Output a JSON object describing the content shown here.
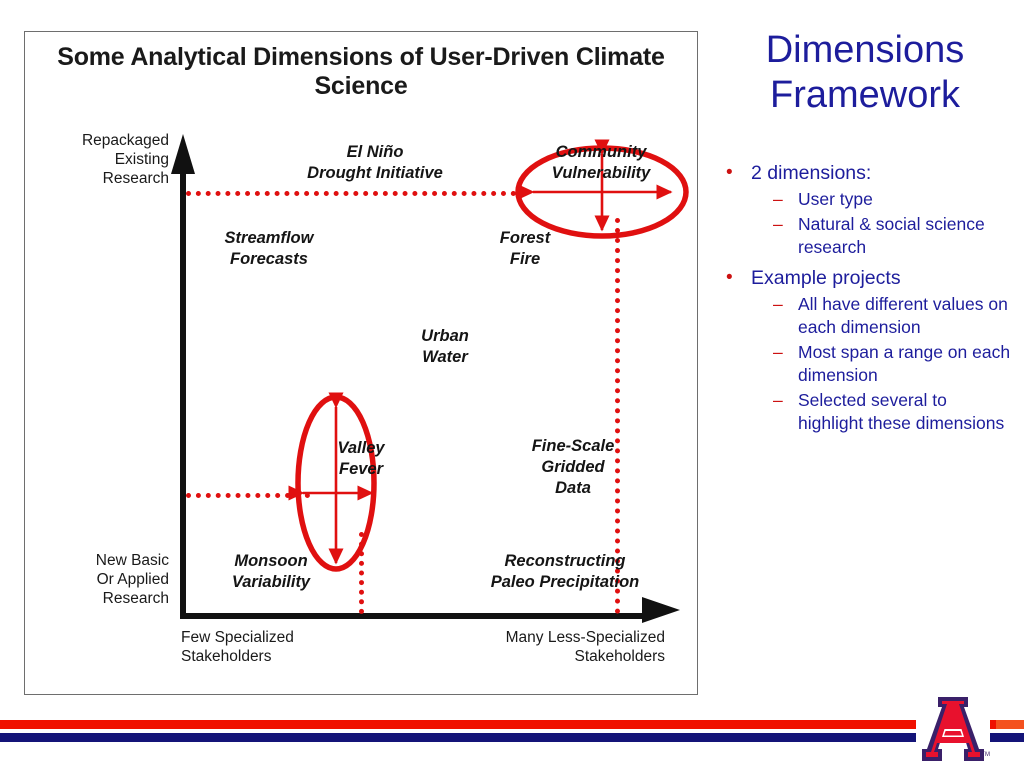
{
  "slide": {
    "title": "Dimensions\nFramework",
    "title_color": "#1d1d9c",
    "accent_red": "#cc1111"
  },
  "bullets": [
    {
      "marker": "•",
      "text": "2 dimensions:",
      "sub": [
        {
          "marker": "–",
          "text": "User type"
        },
        {
          "marker": "–",
          "text": "Natural & social science research"
        }
      ]
    },
    {
      "marker": "•",
      "text": "Example projects",
      "sub": [
        {
          "marker": "–",
          "text": "All have different values on each dimension"
        },
        {
          "marker": "–",
          "text": "Most span a range on each dimension"
        },
        {
          "marker": "–",
          "text": "Selected several to highlight these dimensions"
        }
      ]
    }
  ],
  "chart_data": {
    "type": "scatter",
    "title": "Some Analytical Dimensions of\nUser-Driven Climate Science",
    "xlabel": "",
    "ylabel": "",
    "grid": false,
    "legend": null,
    "axis_captions": {
      "y_top": "Repackaged\nExisting\nResearch",
      "y_bottom": "New Basic\nOr Applied\nResearch",
      "x_left": "Few Specialized\nStakeholders",
      "x_right": "Many Less-Specialized\nStakeholders"
    },
    "xlim": [
      0,
      100
    ],
    "ylim": [
      0,
      100
    ],
    "points": [
      {
        "label": "El Niño\nDrought Initiative",
        "x": 33,
        "y": 95
      },
      {
        "label": "Community\nVulnerability",
        "x": 88,
        "y": 95
      },
      {
        "label": "Streamflow\nForecasts",
        "x": 15,
        "y": 83
      },
      {
        "label": "Forest\nFire",
        "x": 68,
        "y": 83
      },
      {
        "label": "Urban\nWater",
        "x": 48,
        "y": 61
      },
      {
        "label": "Valley\nFever",
        "x": 36,
        "y": 27
      },
      {
        "label": "Fine-Scale\nGridded\nData",
        "x": 78,
        "y": 28
      },
      {
        "label": "Monsoon\nVariability",
        "x": 12,
        "y": 8
      },
      {
        "label": "Reconstructing\nPaleo Precipitation",
        "x": 75,
        "y": 8
      }
    ],
    "highlight_ellipses": [
      {
        "label": "Community Vulnerability",
        "orientation": "wide",
        "arrows": [
          "horizontal",
          "vertical"
        ],
        "color": "#e01010"
      },
      {
        "label": "Valley Fever",
        "orientation": "tall",
        "arrows": [
          "horizontal",
          "vertical"
        ],
        "color": "#e01010"
      }
    ],
    "guide_lines": [
      {
        "label": "El Niño guide",
        "orientation": "horizontal",
        "color": "#e01010"
      },
      {
        "label": "Valley Fever guide",
        "orientation": "horizontal",
        "color": "#e01010"
      },
      {
        "label": "Valley Fever drop",
        "orientation": "vertical",
        "color": "#e01010"
      },
      {
        "label": "Community Vulnerability drop",
        "orientation": "vertical",
        "color": "#e01010"
      }
    ]
  },
  "footer": {
    "logo_name": "university-of-arizona-a-logo",
    "trademark": "TM",
    "bar_red": "#f01000",
    "bar_navy": "#141478",
    "logo_red": "#e8112d",
    "logo_purple": "#3a2069"
  }
}
